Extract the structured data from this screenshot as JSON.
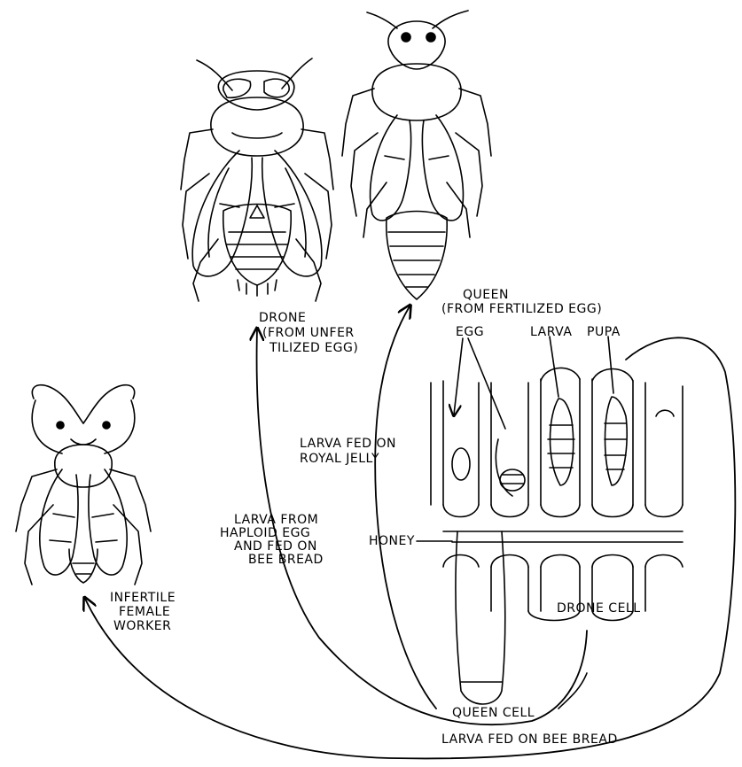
{
  "labels": {
    "drone": "DRONE",
    "drone_note_1": "(FROM UNFER",
    "drone_note_2": "TILIZED EGG)",
    "queen": "QUEEN",
    "queen_note": "(FROM  FERTILIZED EGG)",
    "egg": "EGG",
    "larva": "LARVA",
    "pupa": "PUPA",
    "larva_royal_1": "LARVA FED ON",
    "larva_royal_2": "ROYAL  JELLY",
    "larva_haploid_1": "LARVA FROM",
    "larva_haploid_2": "HAPLOID EGG",
    "larva_haploid_3": "AND FED ON",
    "larva_haploid_4": "BEE BREAD",
    "honey": "HONEY",
    "drone_cell": "DRONE CELL",
    "queen_cell": "QUEEN CELL",
    "worker_1": "INFERTILE",
    "worker_2": "FEMALE",
    "worker_3": "WORKER",
    "larva_bee_bread": "LARVA FED ON BEE BREAD"
  },
  "colors": {
    "ink": "#000000",
    "paper": "#ffffff"
  }
}
